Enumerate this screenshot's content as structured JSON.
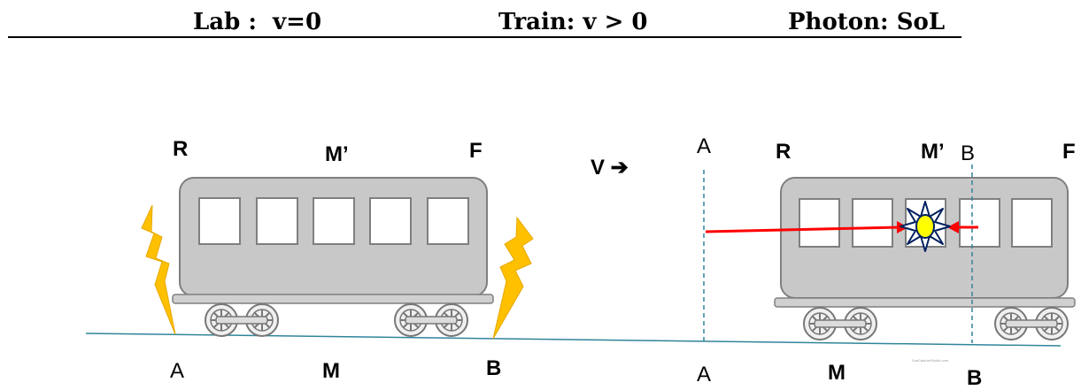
{
  "header": {
    "lab": "Lab :  v=0",
    "train": "Train: v > 0",
    "photon": "Photon: SoL"
  },
  "left_scene": {
    "top_labels": {
      "r": "R",
      "m_prime": "M’",
      "f": "F"
    },
    "bottom_labels": {
      "a": "A",
      "m": "M",
      "b": "B"
    }
  },
  "velocity_label": "V ➔",
  "right_scene": {
    "top_labels": {
      "a": "A",
      "r": "R",
      "m_prime": "M’",
      "b": "B",
      "f": "F"
    },
    "bottom_labels": {
      "a": "A",
      "m": "M",
      "b": "B"
    },
    "watermark": "SunCatcherStudio.com"
  },
  "colors": {
    "car_body": "#c8c8c8",
    "lightning": "#ffc000",
    "photon_arrow": "#ff0000",
    "ground": "#31849b",
    "sun_fill": "#ffff00",
    "sun_rays": "#002060"
  },
  "icons": [
    "train-car-icon",
    "lightning-bolt-icon",
    "sun-flash-icon",
    "arrow-right-icon"
  ]
}
